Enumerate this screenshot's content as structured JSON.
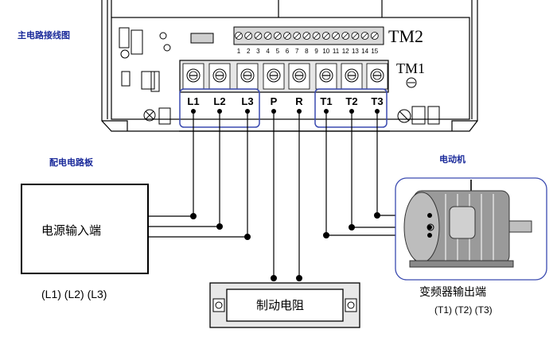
{
  "labels": {
    "main_circuit": "主电路接线图",
    "distribution_board": "配电电路板",
    "motor": "电动机",
    "power_input": "电源输入端",
    "power_input_terminals": "(L1) (L2) (L3)",
    "brake_resistor": "制动电阻",
    "inverter_output": "变频器输出端",
    "inverter_output_terminals": "(T1) (T2) (T3)",
    "tm2": "TM2",
    "tm1": "TM1"
  },
  "tm2_pins": [
    "1",
    "2",
    "3",
    "4",
    "5",
    "6",
    "7",
    "8",
    "9",
    "10",
    "11",
    "12",
    "13",
    "14",
    "15"
  ],
  "tm1_terminals": [
    "L1",
    "L2",
    "L3",
    "P",
    "R",
    "T1",
    "T2",
    "T3"
  ],
  "colors": {
    "highlight_box": "#3a4ab0",
    "section_heading": "#1a2a9a",
    "wire": "#000000"
  }
}
